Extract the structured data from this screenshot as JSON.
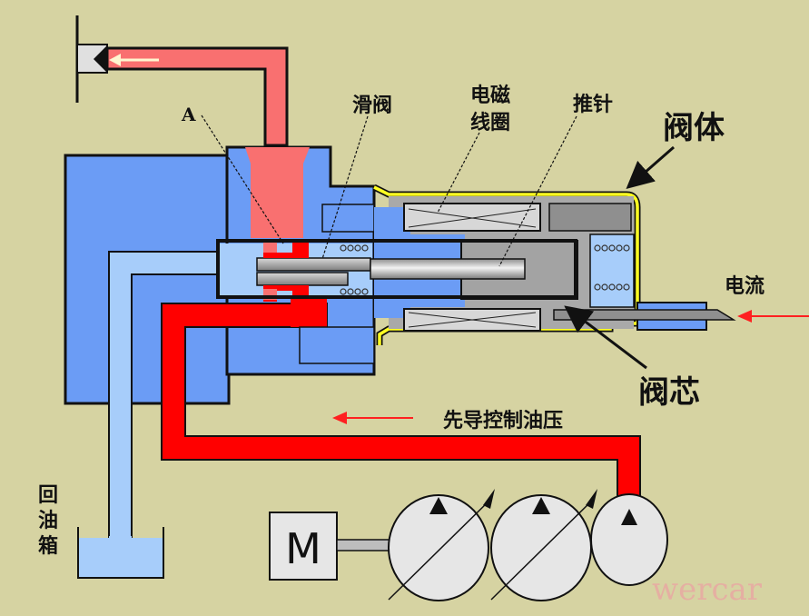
{
  "diagram": {
    "title": "电磁比例减压阀结构原理图",
    "labels": {
      "port_a": "A",
      "spool": "滑阀",
      "solenoid_coil_line1": "电磁",
      "solenoid_coil_line2": "线圈",
      "push_pin": "推针",
      "valve_body": "阀体",
      "current": "电流",
      "valve_core": "阀芯",
      "pilot_pressure": "先导控制油压",
      "return_tank_1": "回",
      "return_tank_2": "油",
      "return_tank_3": "箱",
      "motor": "M",
      "watermark": "wercar"
    },
    "colors": {
      "background": "#d6d3a2",
      "housing_blue": "#6b9cf5",
      "light_blue": "#a7cdfa",
      "pilot_red": "#ff0000",
      "output_pink": "#f97070",
      "shell_yellow": "#ffff22",
      "steel_gray": "#a9a9a9",
      "pump_white": "#e6e6e6",
      "outline": "#111111"
    },
    "components": [
      "solenoid-shell",
      "coil",
      "armature",
      "push-pin",
      "spool",
      "springs",
      "pump-1",
      "pump-2",
      "pilot-pump",
      "motor",
      "tank"
    ]
  }
}
